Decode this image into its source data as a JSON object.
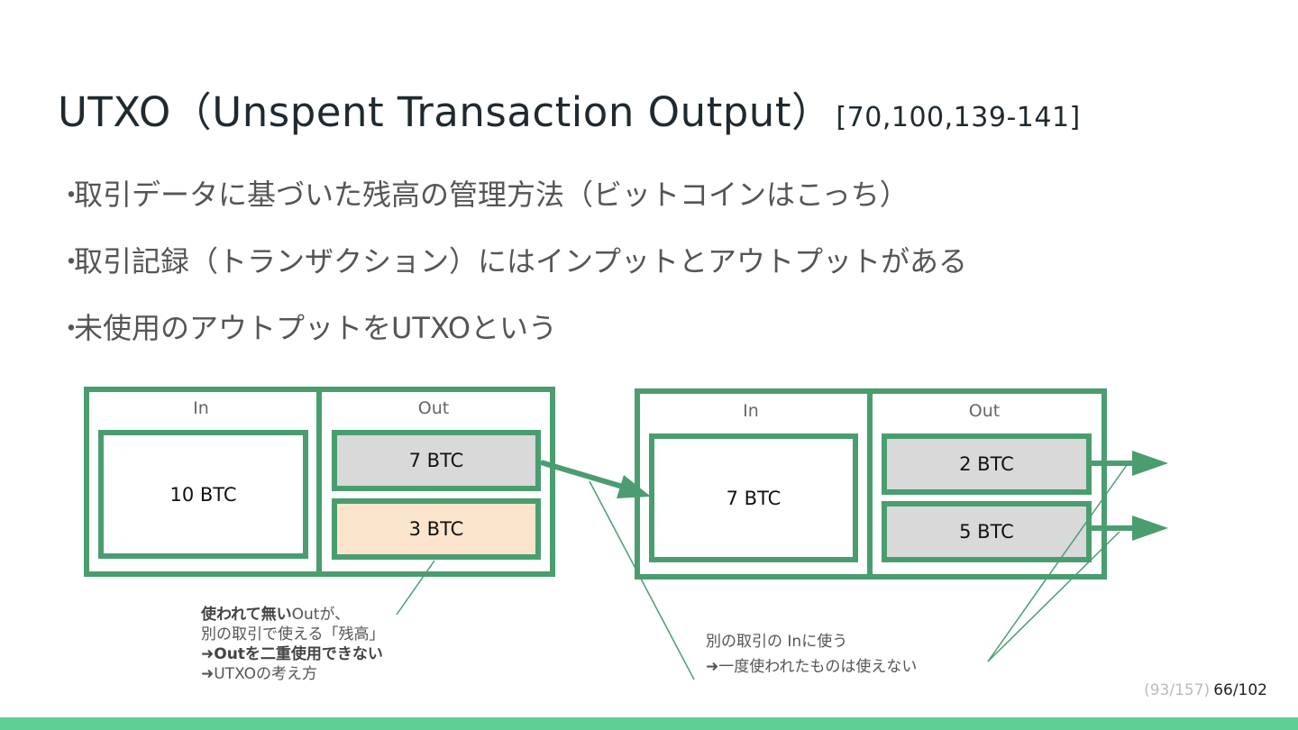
{
  "slide": {
    "title": "UTXO（Unspent Transaction Output）",
    "title_refs": "[70,100,139-141]",
    "bullet_marker": "・",
    "bullets": [
      "取引データに基づいた残高の管理方法（ビットコインはこっち）",
      "取引記録（トランザクション）にはインプットとアウトプットがある",
      "未使用のアウトプットをUTXOという"
    ]
  },
  "diagram": {
    "tx1": {
      "in_label": "In",
      "out_label": "Out",
      "input": "10 BTC",
      "outputs": [
        "7 BTC",
        "3 BTC"
      ]
    },
    "tx2": {
      "in_label": "In",
      "out_label": "Out",
      "input": "7 BTC",
      "outputs": [
        "2 BTC",
        "5 BTC"
      ]
    },
    "note_left": {
      "line1_bold": "使われて無い",
      "line1_rest": "Outが、",
      "line2": "別の取引で使える「残高」",
      "line3": "➜Outを二重使用できない",
      "line4": "➜UTXOの考え方"
    },
    "note_right": {
      "line1": "別の取引の Inに使う",
      "line2": "➜一度使われたものは使えない"
    },
    "colors": {
      "border": "#4a9d6f",
      "unspent_fill": "#d9d9d9",
      "highlight_fill": "#fce5cd",
      "footer": "#5fcf96"
    }
  },
  "page": {
    "total": "(93/157)",
    "current": "66/102"
  }
}
